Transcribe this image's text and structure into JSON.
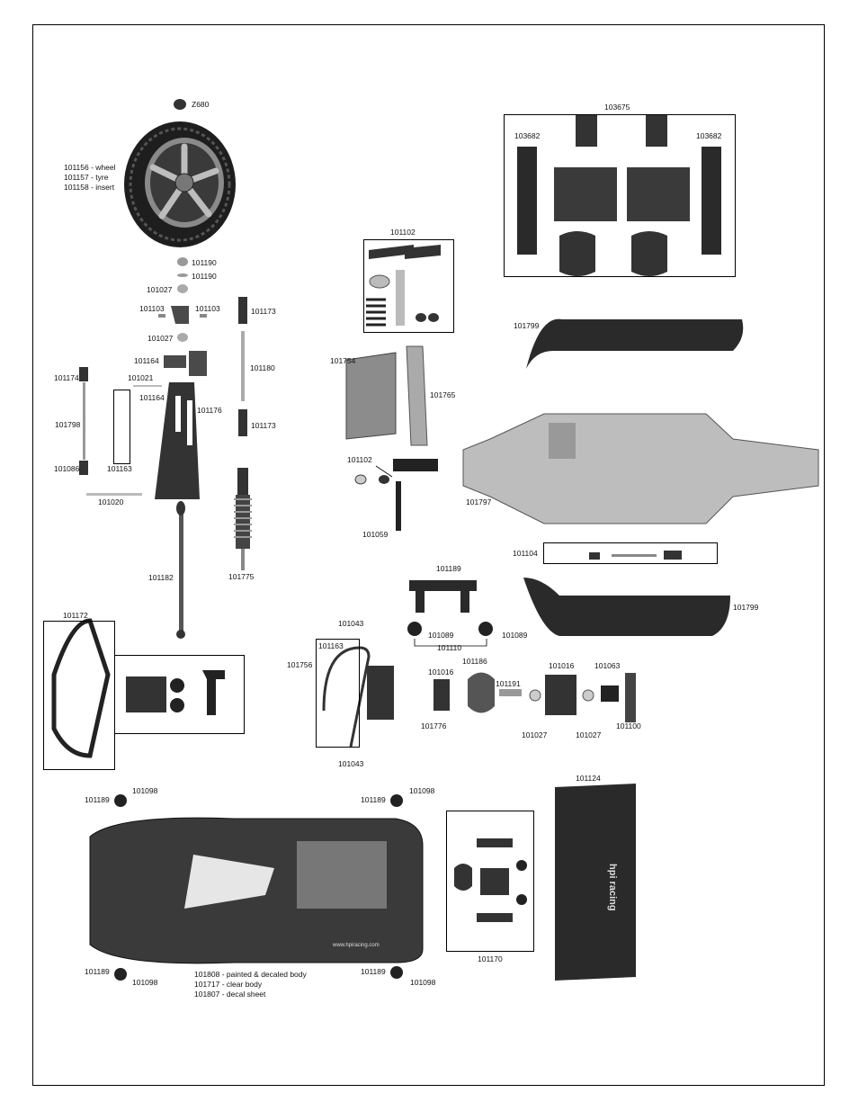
{
  "labels": {
    "z680": "Z680",
    "wheel": "101156 - wheel",
    "tyre": "101157 - tyre",
    "insert": "101158 - insert",
    "p101190a": "101190",
    "p101190b": "101190",
    "p101027a": "101027",
    "p101103a": "101103",
    "p101103b": "101103",
    "p101027b": "101027",
    "p101173a": "101173",
    "p101164a": "101164",
    "p101180": "101180",
    "p101174": "101174",
    "p101021": "101021",
    "p101164b": "101164",
    "p101176": "101176",
    "p101798": "101798",
    "p101173b": "101173",
    "p101086": "101086",
    "p101163a": "101163",
    "p101020": "101020",
    "p101182": "101182",
    "p101775": "101775",
    "p101102a": "101102",
    "p101754": "101754",
    "p101765": "101765",
    "p101102b": "101102",
    "p101059": "101059",
    "p103675": "103675",
    "p103682a": "103682",
    "p103682b": "103682",
    "p101799a": "101799",
    "p101797": "101797",
    "p101104": "101104",
    "p101189a": "101189",
    "p101799b": "101799",
    "p101172": "101172",
    "p101043a": "101043",
    "p101089a": "101089",
    "p101089b": "101089",
    "p101110": "101110",
    "p101163b": "101163",
    "p101756": "101756",
    "p101186": "101186",
    "p101016a": "101016",
    "p101016b": "101016",
    "p101063": "101063",
    "p101191": "101191",
    "p101776": "101776",
    "p101027c": "101027",
    "p101027d": "101027",
    "p101100": "101100",
    "p101043b": "101043",
    "p101189b": "101189",
    "p101098a": "101098",
    "p101098b": "101098",
    "p101189c": "101189",
    "p101124": "101124",
    "p101170": "101170",
    "body1": "101808 - painted & decaled body",
    "body2": "101717 - clear body",
    "body3": "101807 - decal sheet",
    "p101189d": "101189",
    "p101098c": "101098",
    "p101189e": "101189",
    "p101098d": "101098",
    "body_web": "www.hpiracing.com",
    "wing_brand": "hpi racing"
  },
  "colors": {
    "part_dark": "#2b2b2b",
    "part_mid": "#6b6b6b",
    "part_light": "#c8c8c8",
    "frame": "#000000"
  }
}
